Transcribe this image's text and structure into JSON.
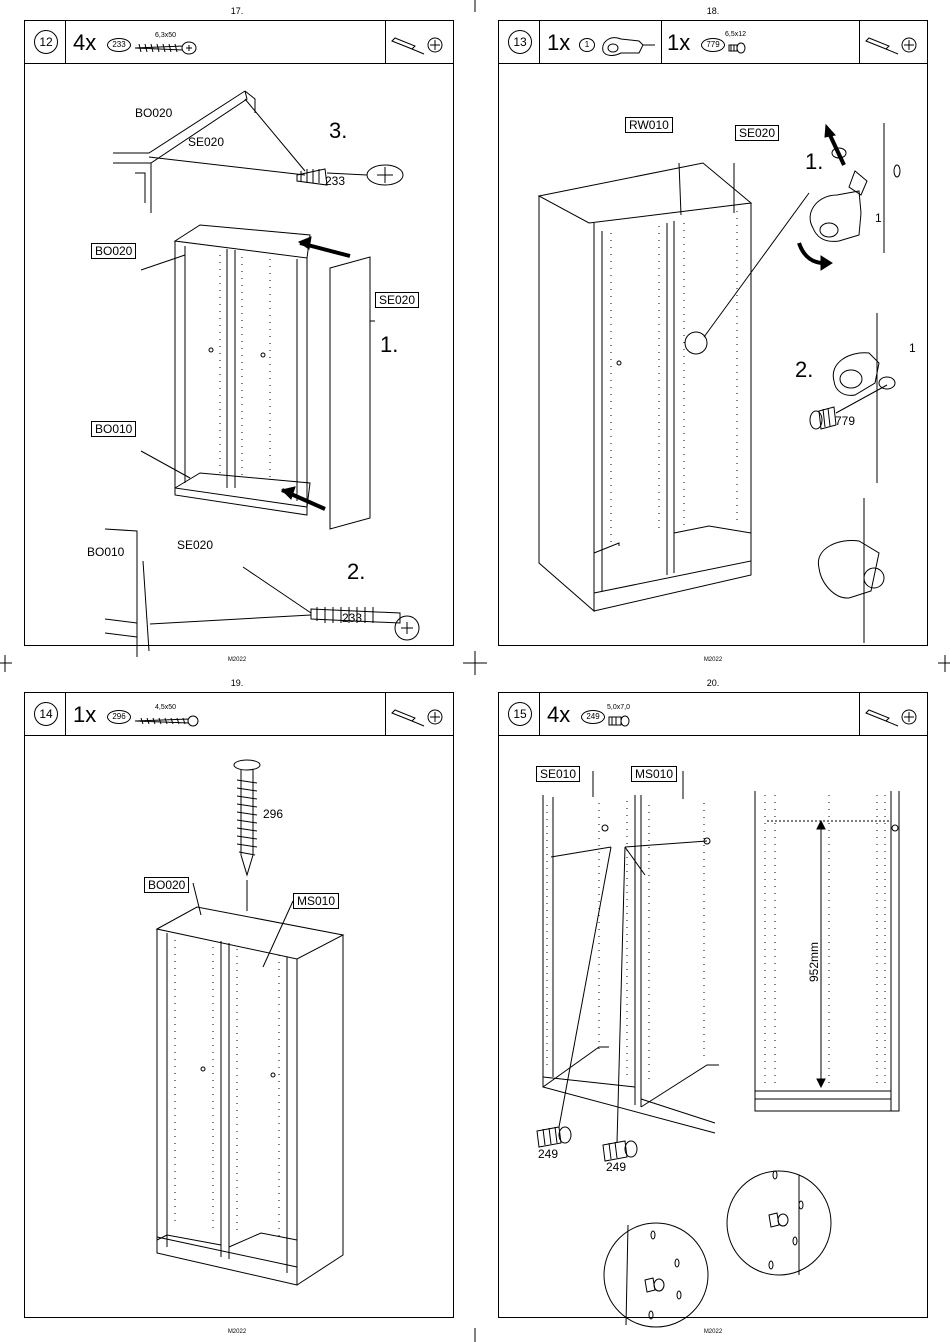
{
  "page_numbers": [
    "17.",
    "18.",
    "19.",
    "20."
  ],
  "footer_code": "M2022",
  "steps": [
    {
      "step": "12",
      "qty": "4x",
      "part": "233",
      "spec": "6,3x50",
      "labels": {
        "top_bo": "BO020",
        "top_se": "SE020",
        "box_bo020": "BO020",
        "box_se020": "SE020",
        "box_bo010": "BO010",
        "bot_bo": "BO010",
        "bot_se": "SE020"
      },
      "sequence": [
        "1.",
        "2.",
        "3."
      ],
      "screw_numbers": [
        "233",
        "233"
      ]
    },
    {
      "step": "13",
      "qty1": "1x",
      "part1": "1",
      "qty2": "1x",
      "part2": "779",
      "spec2": "6,5x12",
      "labels": {
        "box_rw010": "RW010",
        "box_se020": "SE020"
      },
      "sequence": [
        "1.",
        "2."
      ],
      "part_numbers": [
        "1",
        "1",
        "779"
      ]
    },
    {
      "step": "14",
      "qty": "1x",
      "part": "296",
      "spec": "4,5x50",
      "labels": {
        "box_bo020": "BO020",
        "box_ms010": "MS010"
      },
      "screw_number": "296"
    },
    {
      "step": "15",
      "qty": "4x",
      "part": "249",
      "spec": "5,0x7,0",
      "labels": {
        "box_se010": "SE010",
        "box_ms010": "MS010"
      },
      "dimension": "952mm",
      "pin_numbers": [
        "249",
        "249"
      ]
    }
  ]
}
